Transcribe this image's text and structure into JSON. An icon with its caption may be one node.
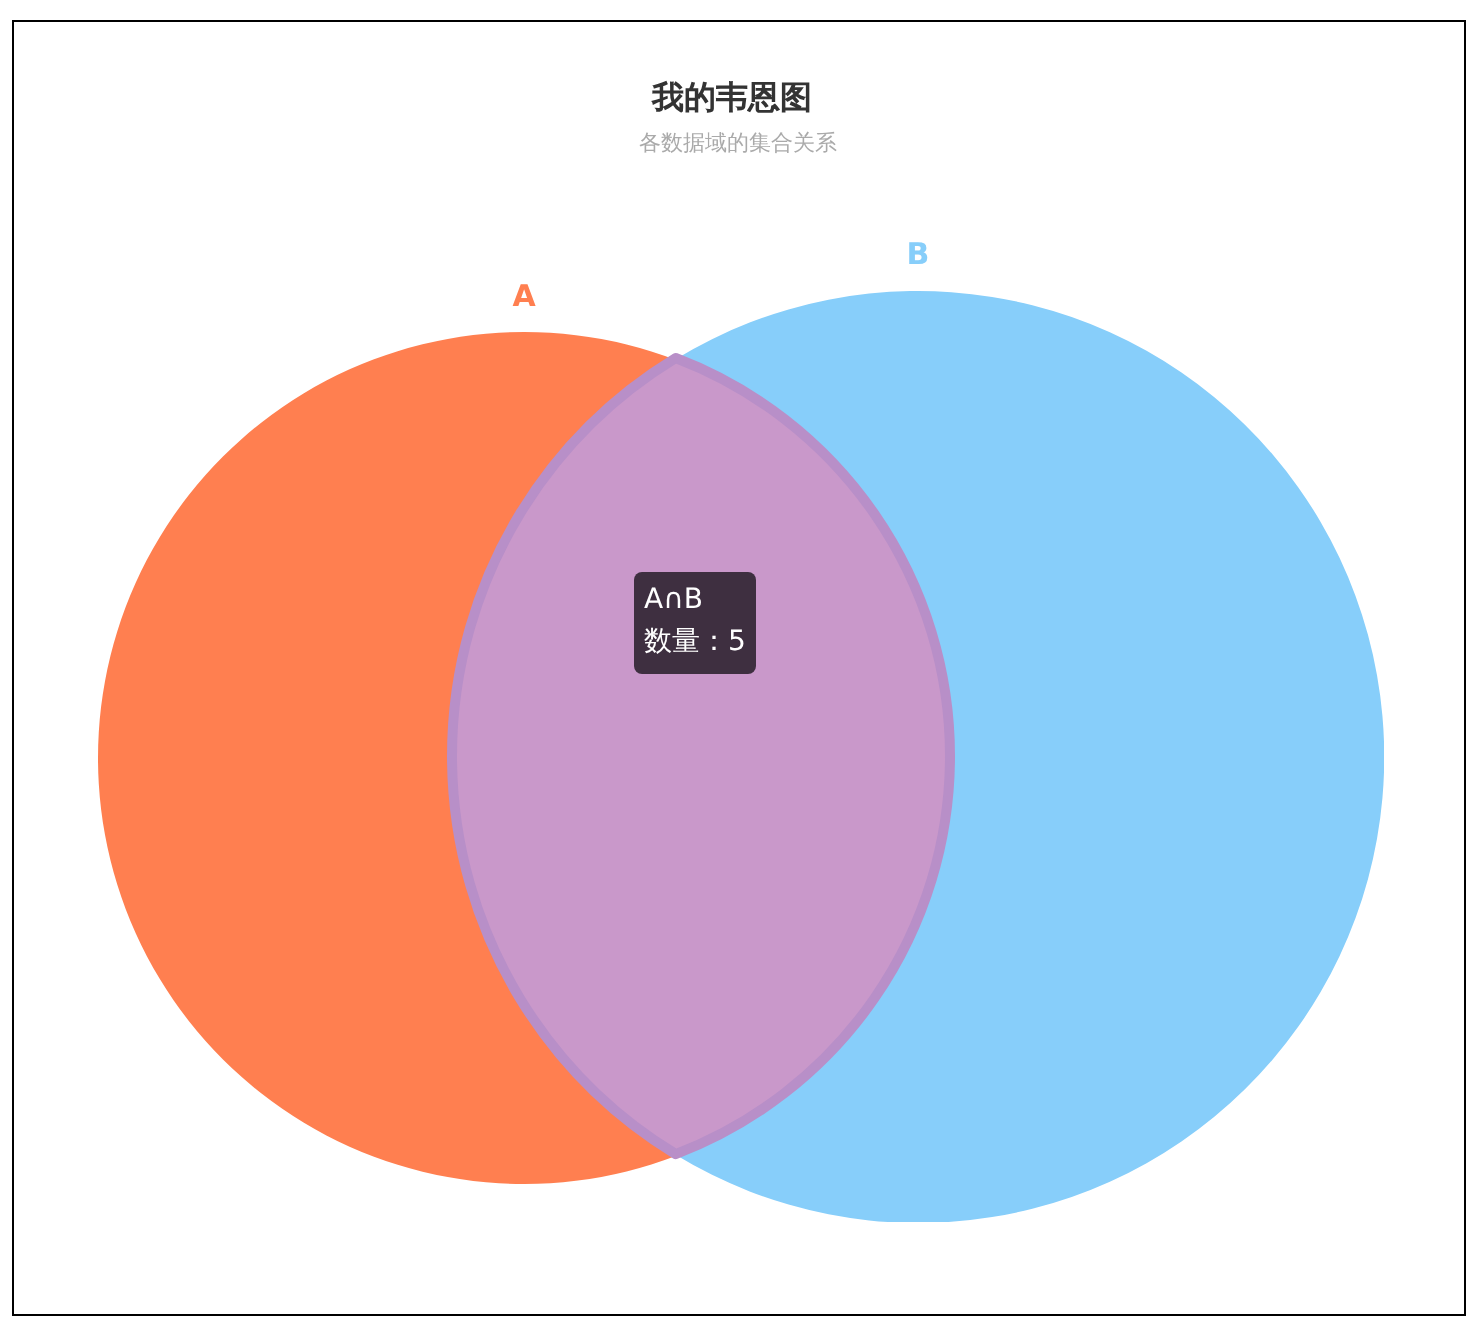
{
  "diagram": {
    "title": "我的韦恩图",
    "nodes": [
      {
        "text": [
          "A"
        ]
      },
      {
        "text": [
          "B"
        ]
      },
      {
        "text": [
          "A∩B",
          "数量：5"
        ]
      }
    ],
    "labels": [
      "各数据域的集合关系"
    ]
  }
}
